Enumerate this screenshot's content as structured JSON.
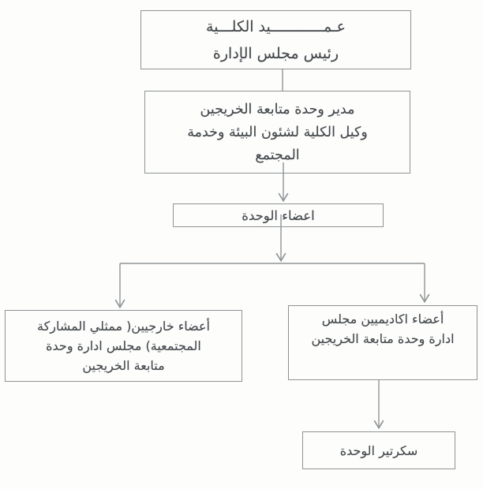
{
  "diagram": {
    "type": "org-chart",
    "language": "ar",
    "nodes": {
      "dean": {
        "role": "dean-chairman",
        "lines": [
          "عـمــــــــــــيد الكلـــية",
          "رئيس مجلس الإدارة"
        ]
      },
      "director": {
        "role": "unit-director-vice-dean",
        "lines": [
          "مدير وحدة متابعة الخريجين",
          "وكيل الكلية لشئون البيئة وخدمة",
          "المجتمع"
        ]
      },
      "members": {
        "role": "unit-members",
        "lines": [
          "اعضاء الوحدة"
        ]
      },
      "external": {
        "role": "external-members-board",
        "lines": [
          "أعضاء خارجيين( ممثلي المشاركة",
          "المجتمعية)   مجلس ادارة وحدة",
          "متابعة الخريجين"
        ]
      },
      "academic": {
        "role": "academic-members-board",
        "lines": [
          "أعضاء اكاديميين  مجلس",
          "ادارة وحدة متابعة الخريجين"
        ]
      },
      "secretary": {
        "role": "unit-secretary",
        "lines": [
          "سكرتير الوحدة"
        ]
      }
    },
    "colors": {
      "ink": "#45494d",
      "border": "#8e9396",
      "connector": "#8f9496",
      "background": "#fdfdfc"
    }
  }
}
